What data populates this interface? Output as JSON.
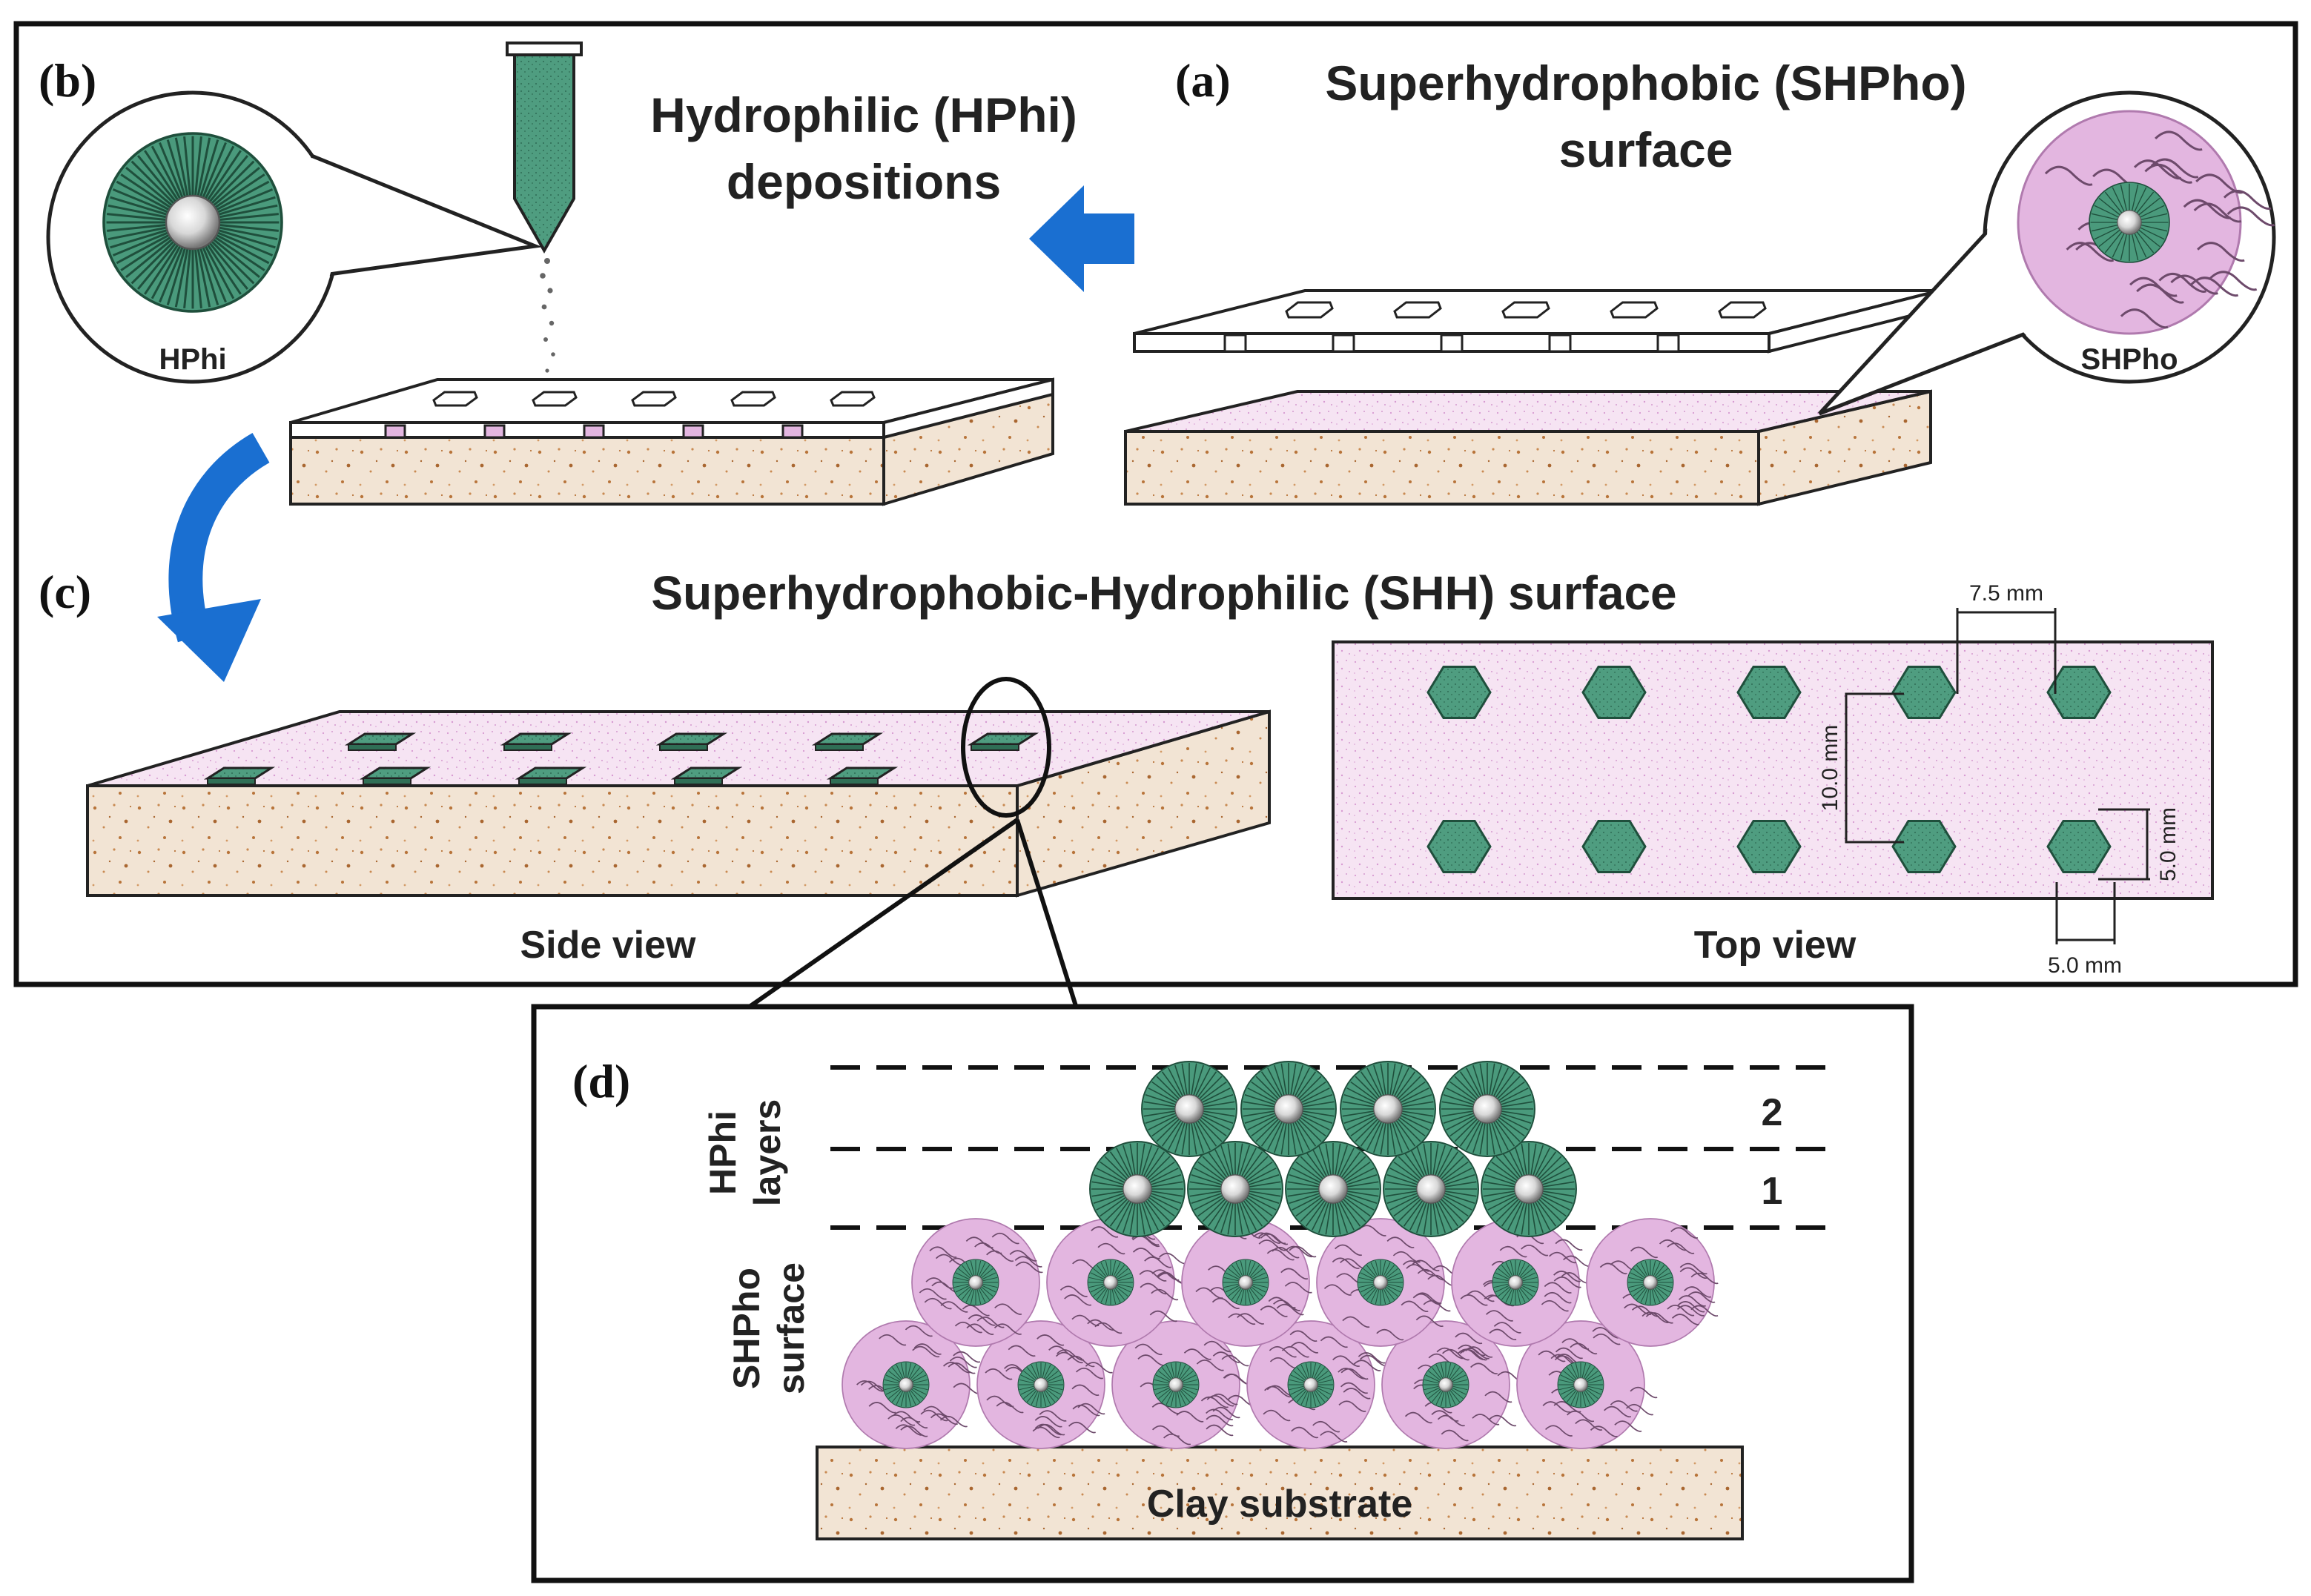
{
  "panels": {
    "a": {
      "tag": "(a)",
      "title_line1": "Superhydrophobic (SHPho)",
      "title_line2": "surface",
      "callout": "SHPho"
    },
    "b": {
      "tag": "(b)",
      "title_line1": "Hydrophilic (HPhi)",
      "title_line2": "depositions",
      "callout": "HPhi"
    },
    "c": {
      "tag": "(c)",
      "title": "Superhydrophobic-Hydrophilic (SHH) surface",
      "side_caption": "Side view",
      "top_caption": "Top view"
    },
    "d": {
      "tag": "(d)",
      "hphi_line1": "HPhi",
      "hphi_line2": "layers",
      "shpho_line1": "SHPho",
      "shpho_line2": "surface",
      "layer_2": "2",
      "layer_1": "1",
      "substrate": "Clay substrate"
    }
  },
  "dimensions": {
    "hex_spacing": "7.5 mm",
    "row_spacing": "10.0 mm",
    "hex_height": "5.0 mm",
    "hex_width": "5.0 mm"
  },
  "colors": {
    "hydrophilic": "#4a9a7c",
    "superhydrophobic": "#e3b6e0",
    "clay": "#f1e1cf",
    "arrow": "#1a6fd1",
    "frame": "#111111"
  }
}
